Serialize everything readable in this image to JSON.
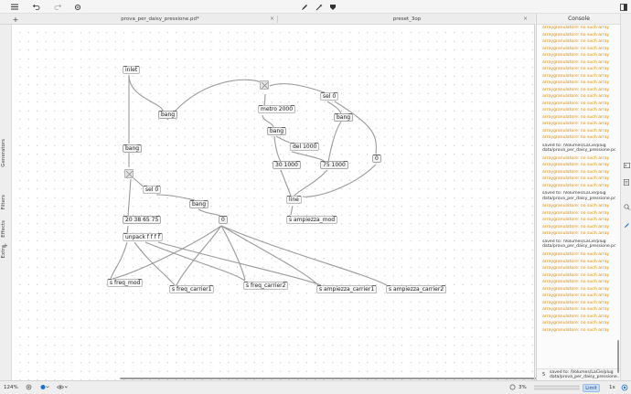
{
  "toolbar": {
    "menu_icon": "hamburger-icon",
    "undo_icon": "undo-icon",
    "redo_icon": "redo-icon",
    "settings_icon": "gear-icon",
    "edit_icon": "pencil-icon",
    "wand_icon": "wand-icon",
    "run_icon": "run-icon",
    "window_icon": "window-icon"
  },
  "tabs": [
    {
      "label": "prova_per_daisy_pressione.pd*",
      "close": "×"
    },
    {
      "label": "preset_3op",
      "close": "×"
    }
  ],
  "new_tab_label": "+",
  "sidebar": {
    "items": [
      "Generators",
      "Filters",
      "Effects",
      "Extra"
    ],
    "add_label": "+"
  },
  "patch": {
    "objects": {
      "inlet": "inlet",
      "bang1": "bang",
      "bang2": "bang",
      "bang3": "bang",
      "bang4": "bang",
      "bang5": "bang",
      "sel_right": "sel 0",
      "sel_left": "sel 0",
      "metro": "metro 2000",
      "del": "del 1000",
      "msg_30": "30 1000",
      "msg_75": "75 1000",
      "msg_0_right": "0",
      "msg_0_mid": "0",
      "line": "line",
      "s_ampiezza_mod": "s ampiezza_mod",
      "list_msg": "20 38 65 75",
      "unpack": "unpack f f f f",
      "s_freq_mod": "s freq_mod",
      "s_freq_carrier1": "s freq_carrier1",
      "s_freq_carrier2": "s freq_carrier2",
      "s_ampiezza_carrier1": "s ampiezza_carrier1",
      "s_ampiezza_carrier2": "s ampiezza_carrier2"
    }
  },
  "console": {
    "title": "Console",
    "lines": [
      {
        "type": "warn",
        "text": "arraygranulatore: no such array"
      },
      {
        "type": "warn",
        "text": "arraygranulatore: no such array"
      },
      {
        "type": "warn",
        "text": "arraygranulatore: no such array"
      },
      {
        "type": "warn",
        "text": "arraygranulatore: no such array"
      },
      {
        "type": "warn",
        "text": "arraygranulatore: no such array"
      },
      {
        "type": "warn",
        "text": "arraygranulatore: no such array"
      },
      {
        "type": "warn",
        "text": "arraygranulatore: no such array"
      },
      {
        "type": "warn",
        "text": "arraygranulatore: no such array"
      },
      {
        "type": "warn",
        "text": "arraygranulatore: no such array"
      },
      {
        "type": "warn",
        "text": "arraygranulatore: no such array"
      },
      {
        "type": "warn",
        "text": "arraygranulatore: no such array"
      },
      {
        "type": "warn",
        "text": "arraygranulatore: no such array"
      },
      {
        "type": "warn",
        "text": "arraygranulatore: no such array"
      },
      {
        "type": "warn",
        "text": "arraygranulatore: no such array"
      },
      {
        "type": "warn",
        "text": "arraygranulatore: no such array"
      },
      {
        "type": "warn",
        "text": "arraygranulatore: no such array"
      },
      {
        "type": "warn",
        "text": "arraygranulatore: no such array"
      },
      {
        "type": "info",
        "text": "saved to: /Volumes/LaCie/plug data/prova_per_daisy_pressione.pd"
      },
      {
        "type": "warn",
        "text": "arraygranulatore: no such array"
      },
      {
        "type": "warn",
        "text": "arraygranulatore: no such array"
      },
      {
        "type": "warn",
        "text": "arraygranulatore: no such array"
      },
      {
        "type": "warn",
        "text": "arraygranulatore: no such array"
      },
      {
        "type": "warn",
        "text": "arraygranulatore: no such array"
      },
      {
        "type": "info",
        "text": "saved to: /Volumes/LaCie/plug data/prova_per_daisy_pressione.pd"
      },
      {
        "type": "warn",
        "text": "arraygranulatore: no such array"
      },
      {
        "type": "warn",
        "text": "arraygranulatore: no such array"
      },
      {
        "type": "warn",
        "text": "arraygranulatore: no such array"
      },
      {
        "type": "warn",
        "text": "arraygranulatore: no such array"
      },
      {
        "type": "warn",
        "text": "arraygranulatore: no such array"
      },
      {
        "type": "info",
        "text": "saved to: /Volumes/LaCie/plug data/prova_per_daisy_pressione.pd"
      },
      {
        "type": "warn",
        "text": "arraygranulatore: no such array"
      },
      {
        "type": "warn",
        "text": "arraygranulatore: no such array"
      },
      {
        "type": "warn",
        "text": "arraygranulatore: no such array"
      },
      {
        "type": "warn",
        "text": "arraygranulatore: no such array"
      },
      {
        "type": "warn",
        "text": "arraygranulatore: no such array"
      },
      {
        "type": "warn",
        "text": "arraygranulatore: no such array"
      },
      {
        "type": "warn",
        "text": "arraygranulatore: no such array"
      },
      {
        "type": "warn",
        "text": "arraygranulatore: no such array"
      },
      {
        "type": "warn",
        "text": "arraygranulatore: no such array"
      },
      {
        "type": "warn",
        "text": "arraygranulatore: no such array"
      },
      {
        "type": "warn",
        "text": "arraygranulatore: no such array"
      },
      {
        "type": "warn",
        "text": "arraygranulatore: no such array"
      }
    ],
    "bottom_count": "5",
    "bottom_text": "saved to: /Volumes/LaCie/plug data/prova_per_daisy_pressione..."
  },
  "statusbar": {
    "zoom": "124%",
    "cpu": "3%",
    "limit": "Limit",
    "channels": "1x"
  },
  "colors": {
    "warning": "#e08b00",
    "accent": "#1f6fd1"
  }
}
